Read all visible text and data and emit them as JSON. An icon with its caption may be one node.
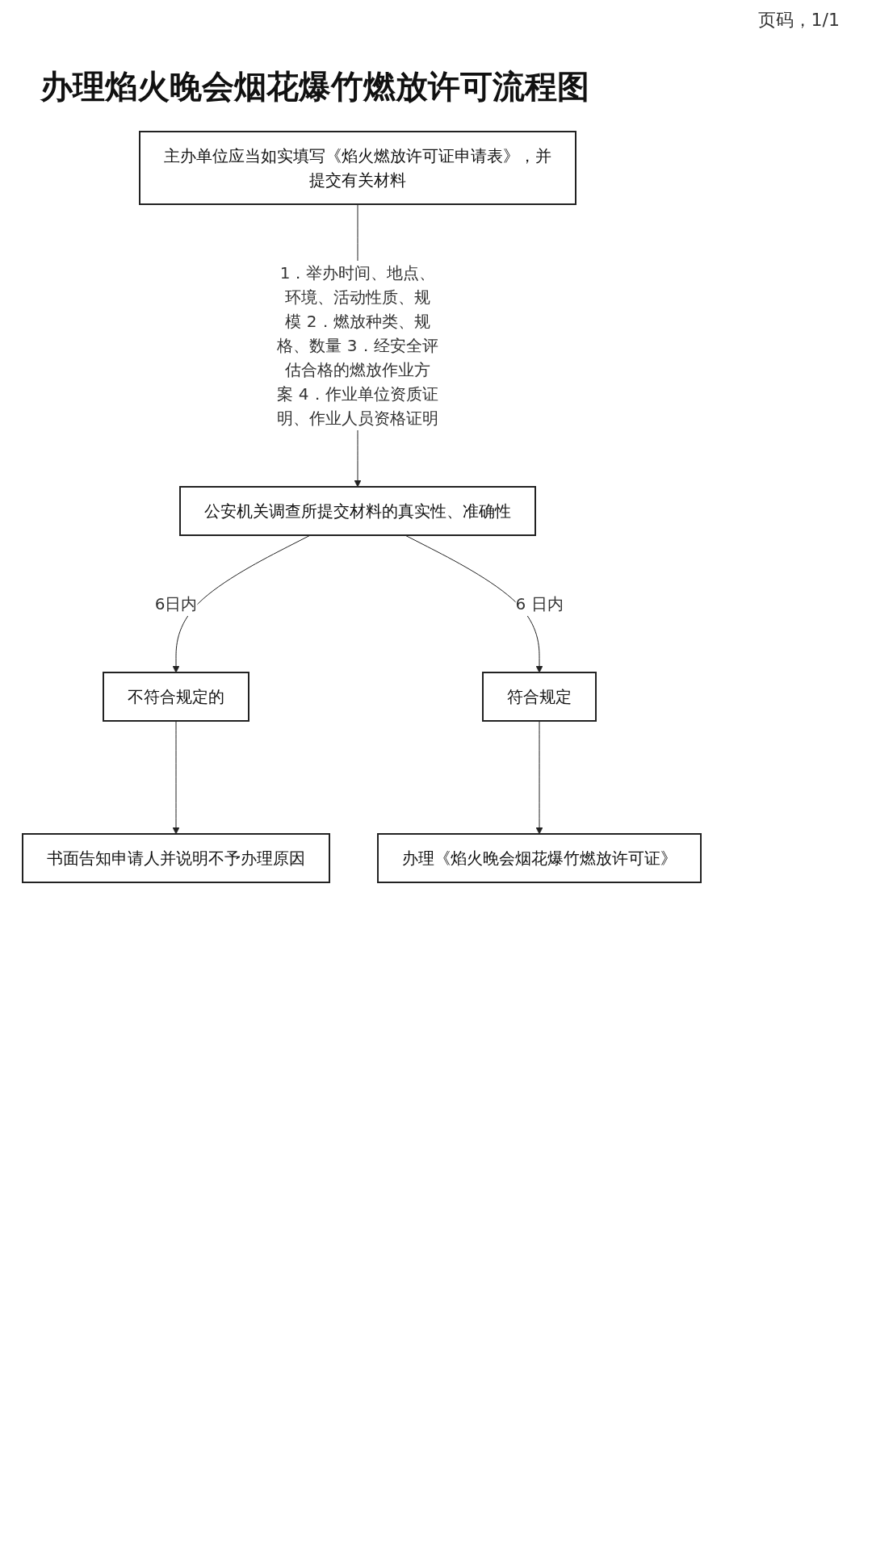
{
  "diagram": {
    "title": "办理焰火晚会烟花爆竹燃放许可流程图",
    "nodes": [
      {
        "text": [
          "主办单位应当如实填写《焰火燃放许可证申请表》，并提交有关材料"
        ]
      },
      {
        "text": [
          "公安机关调查所提交材料的真实性、准确性"
        ]
      },
      {
        "text": [
          "不符合规定的"
        ]
      },
      {
        "text": [
          "书面告知申请人并说明不予办理原因"
        ]
      },
      {
        "text": [
          "符合规定"
        ]
      },
      {
        "text": [
          "办理《焰火晚会烟花爆竹燃放许可证》"
        ]
      }
    ],
    "edges": [
      {
        "from": 0,
        "to": 1,
        "arrow": "to",
        "label": "1．举办时间、地点、环境、活动性质、规模 2．燃放种类、规格、数量 3．经安全评估合格的燃放作业方案 4．作业单位资质证明、作业人员资格证明"
      },
      {
        "from": 1,
        "to": 2,
        "arrow": "to",
        "label": "6日内"
      },
      {
        "from": 2,
        "to": 3,
        "arrow": "to"
      },
      {
        "from": 1,
        "to": 4,
        "arrow": "to",
        "label": "6 日内"
      },
      {
        "from": 4,
        "to": 5,
        "arrow": "to"
      }
    ],
    "labels": [
      "页码，1/1"
    ]
  }
}
